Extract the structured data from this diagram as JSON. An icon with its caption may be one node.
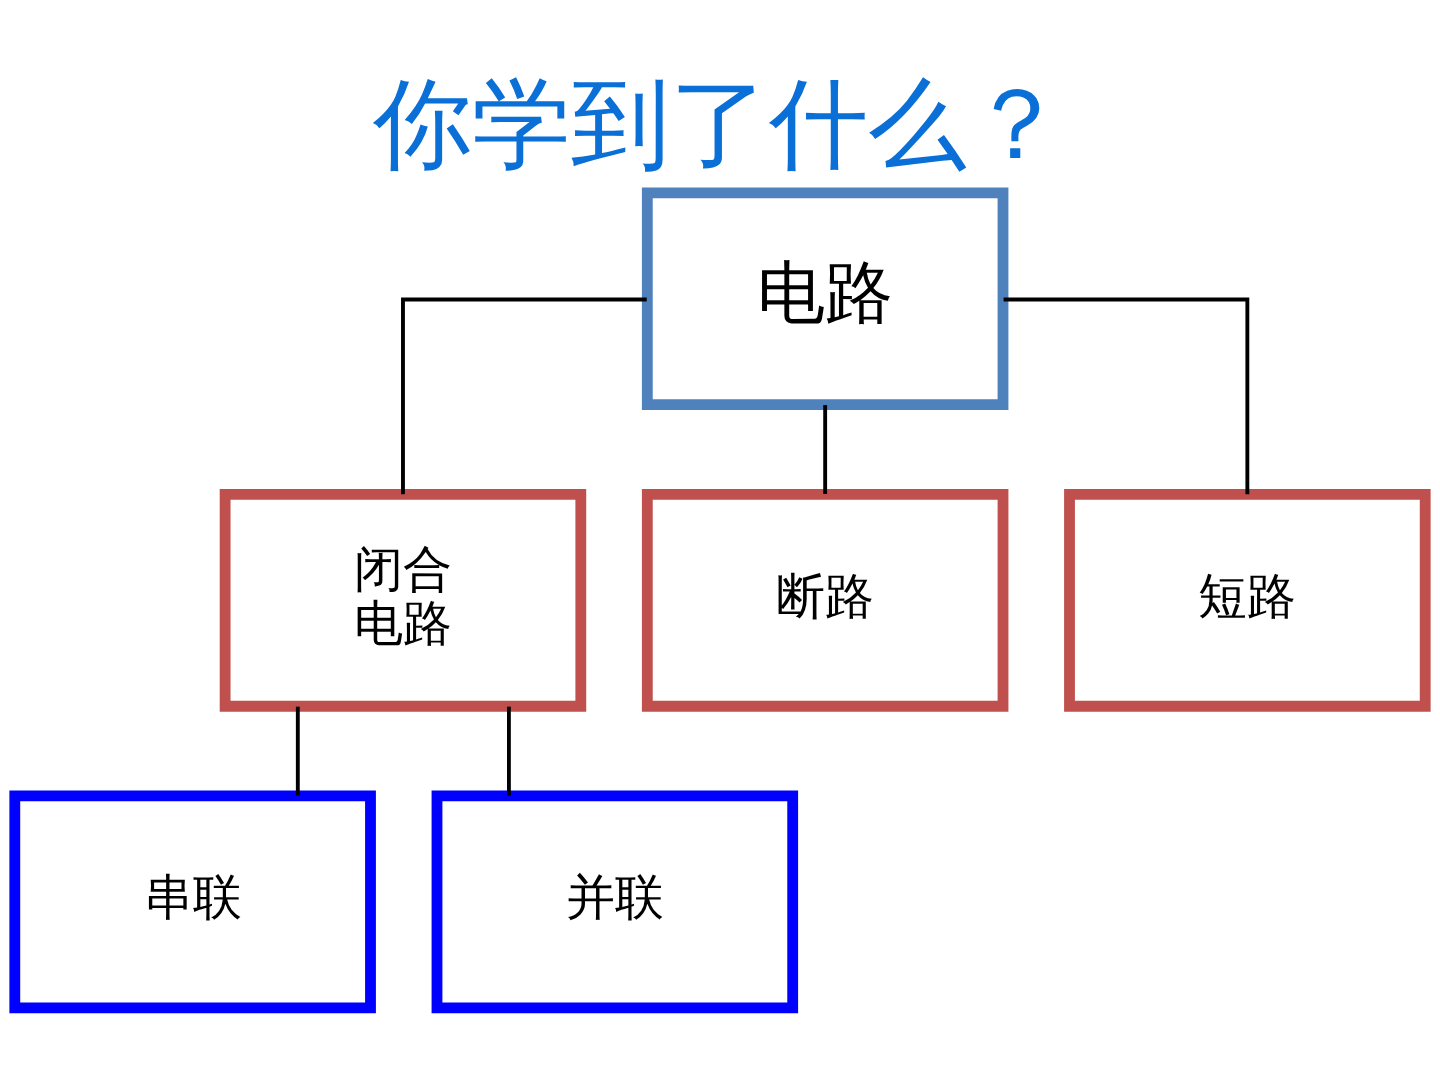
{
  "diagram": {
    "title": "你学到了什么？",
    "nodes": [
      {
        "text": [
          "电路"
        ]
      },
      {
        "text": [
          "闭合电路"
        ]
      },
      {
        "text": [
          "断路"
        ]
      },
      {
        "text": [
          "短路"
        ]
      },
      {
        "text": [
          "串联"
        ]
      },
      {
        "text": [
          "并联"
        ]
      }
    ],
    "edges": [
      {
        "from": 0,
        "to": 1,
        "arrow": "none"
      },
      {
        "from": 0,
        "to": 2,
        "arrow": "none"
      },
      {
        "from": 0,
        "to": 3,
        "arrow": "none"
      },
      {
        "from": 1,
        "to": 4,
        "arrow": "none"
      },
      {
        "from": 1,
        "to": 5,
        "arrow": "none"
      }
    ]
  }
}
